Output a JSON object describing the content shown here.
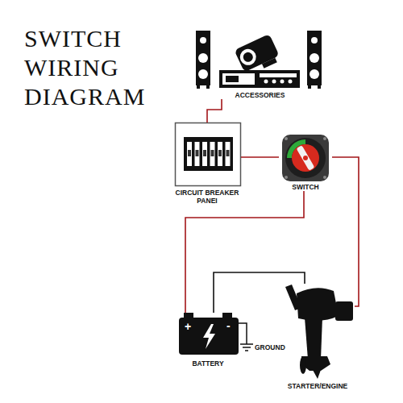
{
  "diagram": {
    "title": "SWITCH WIRING DIAGRAM",
    "nodes": [
      {
        "text": [
          "ACCESSORIES"
        ]
      },
      {
        "text": [
          "CIRCUIT BREAKER PANEI"
        ]
      },
      {
        "text": [
          "SWITCH"
        ]
      },
      {
        "text": [
          "BATTERY"
        ]
      },
      {
        "text": [
          "STARTER/ENGINE"
        ]
      }
    ],
    "edges": [
      {
        "from": 0,
        "to": 1,
        "arrow": "none"
      },
      {
        "from": 1,
        "to": 2,
        "arrow": "none"
      },
      {
        "from": 2,
        "to": 3,
        "arrow": "none"
      },
      {
        "from": 2,
        "to": 4,
        "arrow": "none"
      },
      {
        "from": 3,
        "to": 4,
        "arrow": "none"
      }
    ],
    "labels": [
      "GROUND",
      "+",
      "-"
    ]
  }
}
